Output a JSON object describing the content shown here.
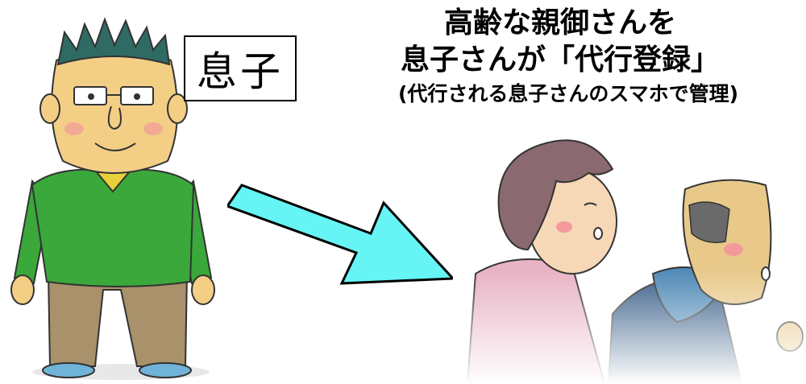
{
  "son_label": "息子",
  "heading": {
    "line1": "高齢な親御さんを",
    "line2": "息子さんが「代行登録」",
    "line3": "(代行される息子さんのスマホで管理)"
  },
  "colors": {
    "arrow_fill": "#66f4f4",
    "sweater": "#3aa83a",
    "pants": "#a8916b",
    "skin": "#f3cf86",
    "hair": "#2f6a63"
  }
}
